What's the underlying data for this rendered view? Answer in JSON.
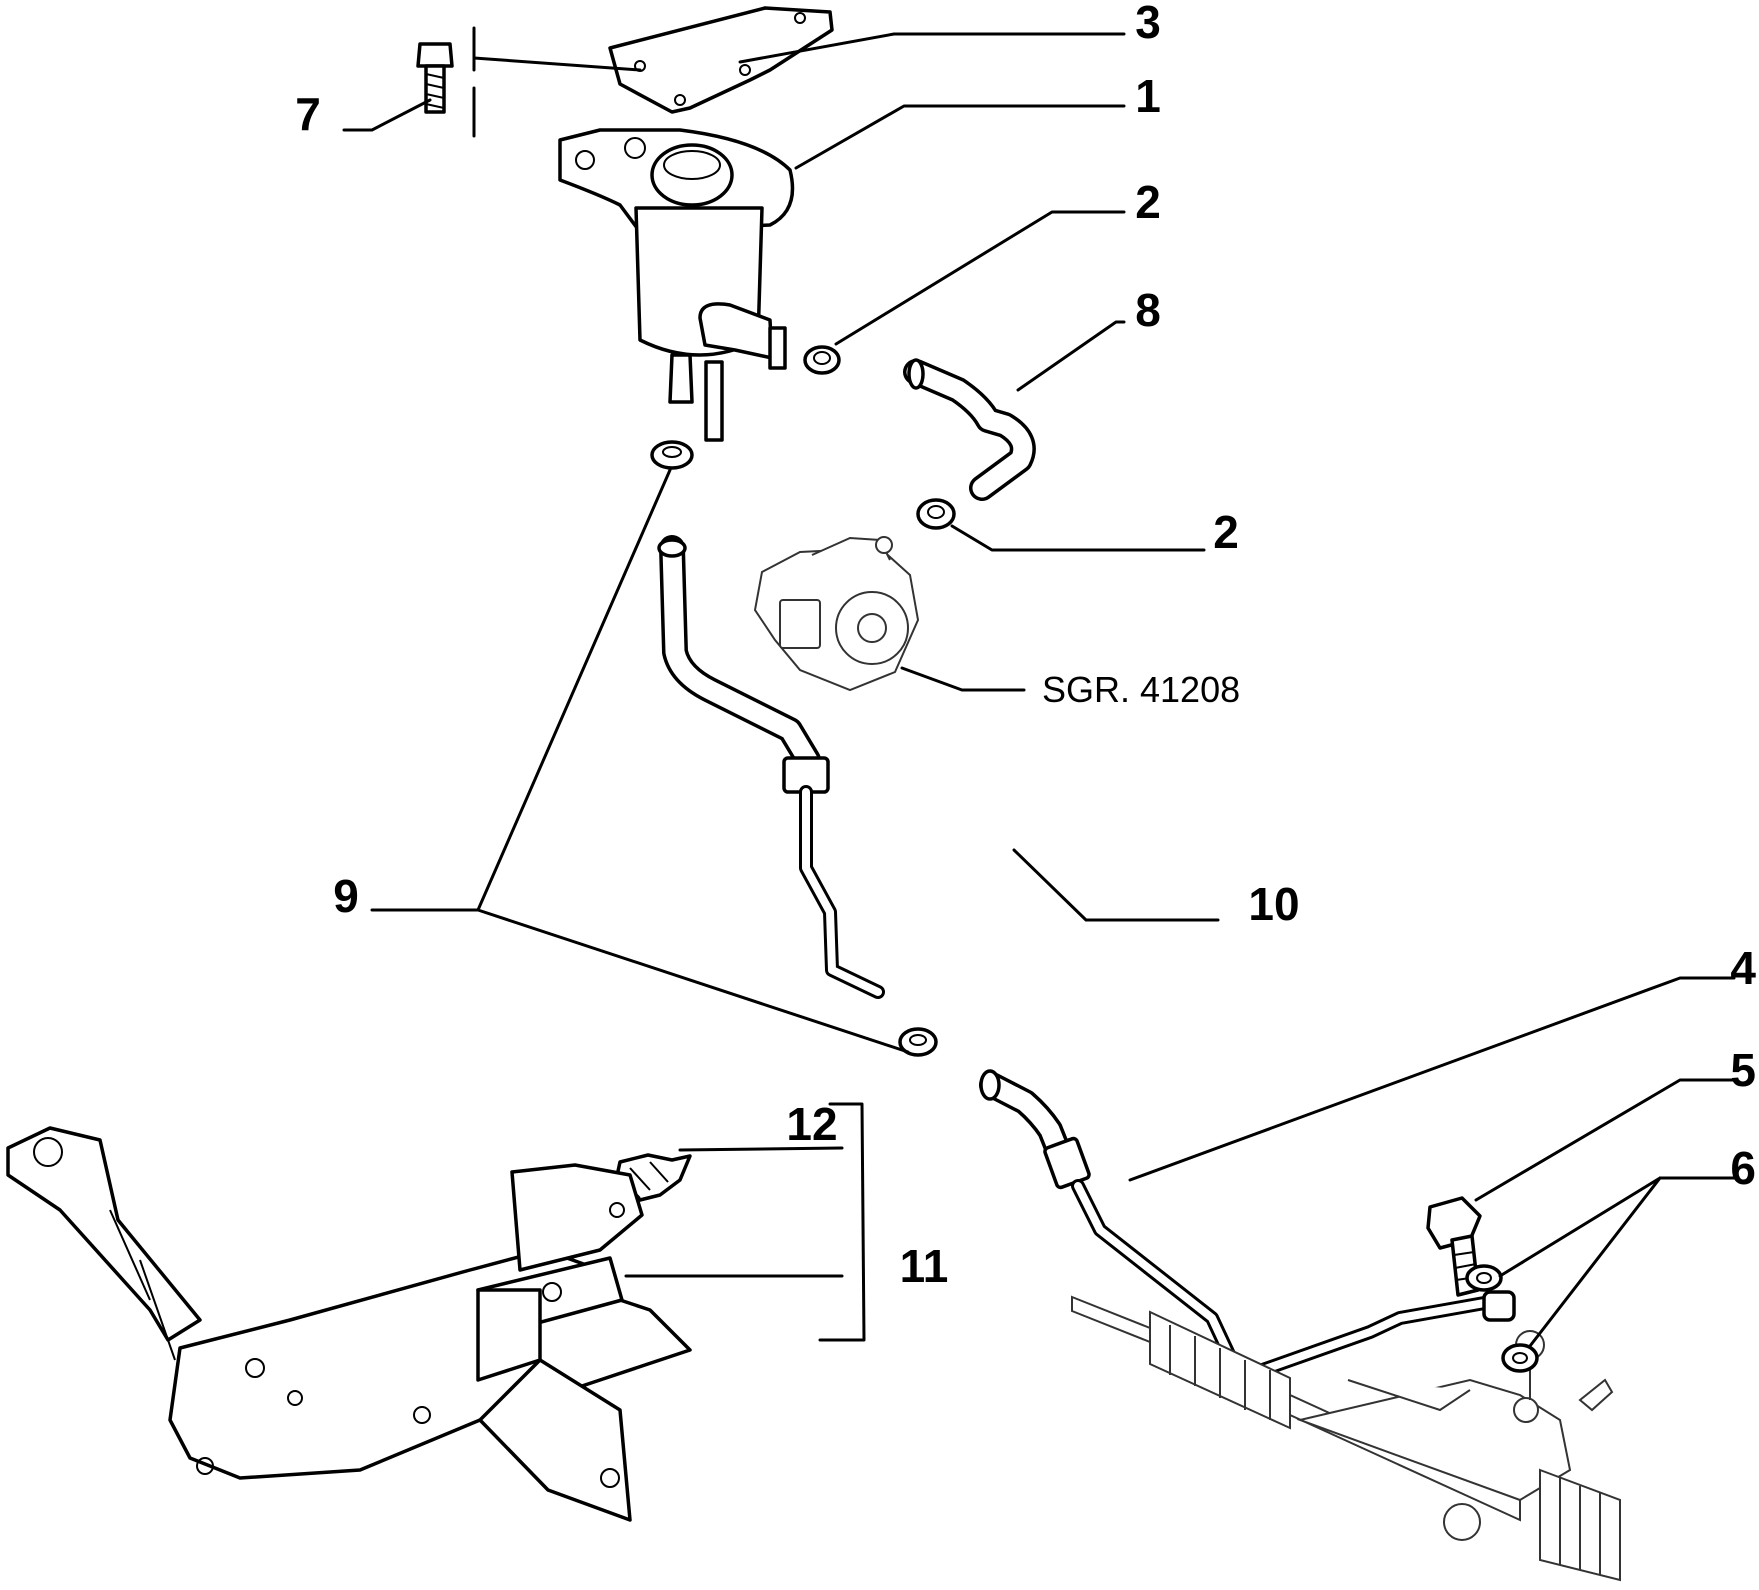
{
  "callouts": {
    "c1": "1",
    "c2a": "2",
    "c2b": "2",
    "c3": "3",
    "c4": "4",
    "c5": "5",
    "c6": "6",
    "c7": "7",
    "c8": "8",
    "c9": "9",
    "c10": "10",
    "c11": "11",
    "c12": "12"
  },
  "reference": "SGR. 41208"
}
